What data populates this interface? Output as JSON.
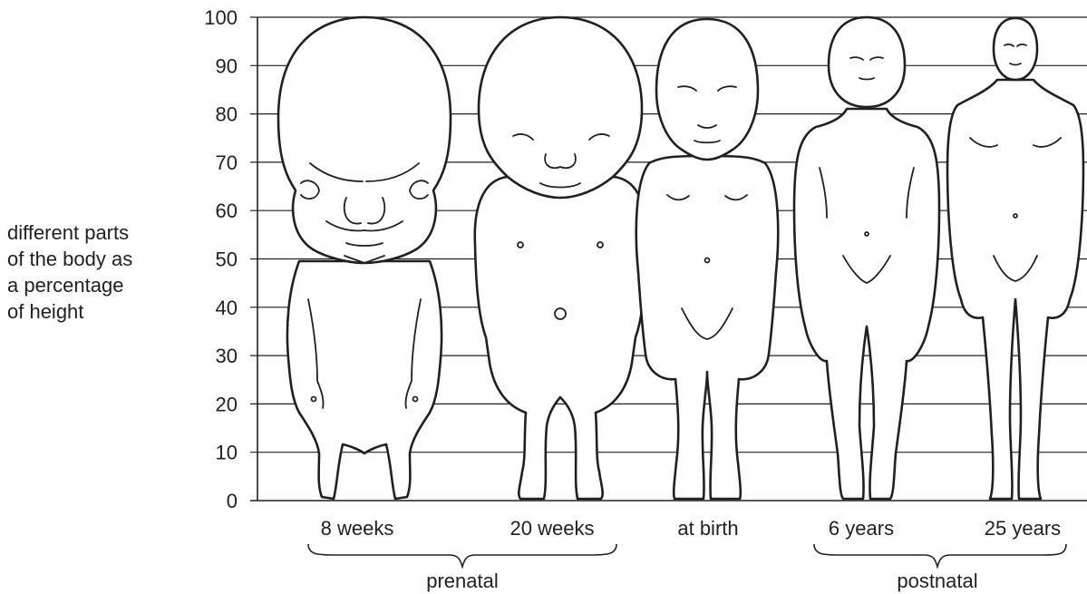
{
  "y_axis": {
    "label_lines": [
      "different parts",
      "of the body as",
      "a percentage",
      "of height"
    ],
    "min": 0,
    "max": 100,
    "ticks": [
      "0",
      "10",
      "20",
      "30",
      "40",
      "50",
      "60",
      "70",
      "80",
      "90",
      "100"
    ]
  },
  "stages": [
    {
      "label": "8 weeks"
    },
    {
      "label": "20 weeks"
    },
    {
      "label": "at birth"
    },
    {
      "label": "6 years"
    },
    {
      "label": "25 years"
    }
  ],
  "groups": [
    {
      "label": "prenatal"
    },
    {
      "label": "postnatal"
    }
  ]
}
